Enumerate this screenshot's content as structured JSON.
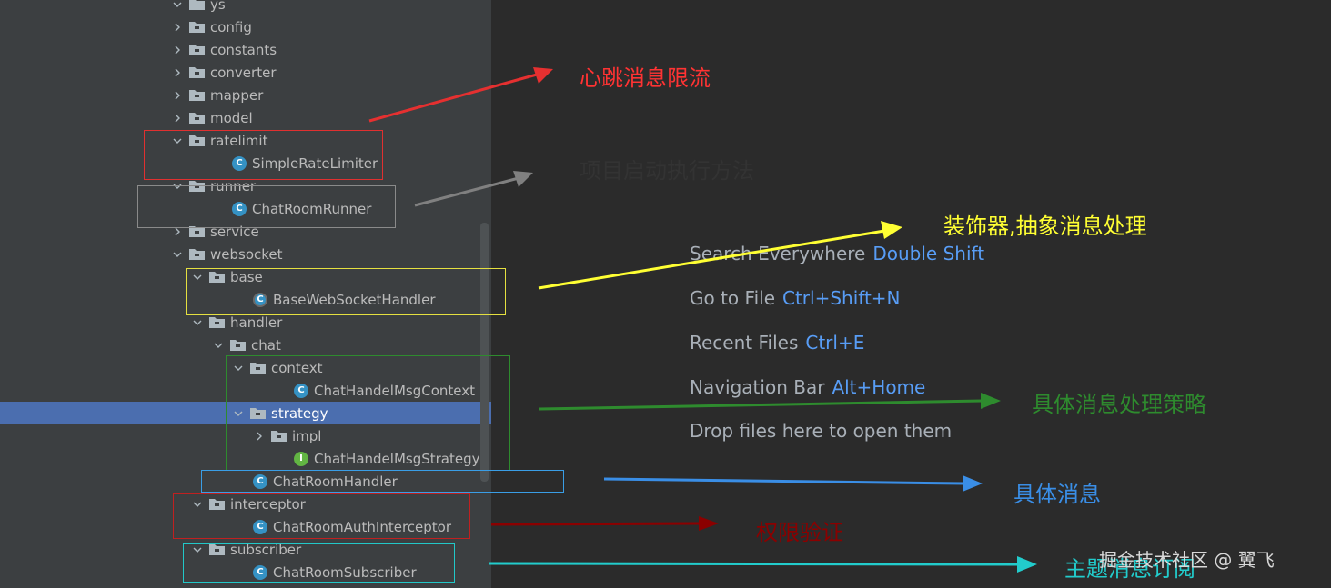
{
  "tree": {
    "root_label": "ys",
    "items": [
      {
        "label": "config",
        "type": "folder",
        "expanded": false
      },
      {
        "label": "constants",
        "type": "folder",
        "expanded": false
      },
      {
        "label": "converter",
        "type": "folder",
        "expanded": false
      },
      {
        "label": "mapper",
        "type": "folder",
        "expanded": false
      },
      {
        "label": "model",
        "type": "folder",
        "expanded": false
      },
      {
        "label": "ratelimit",
        "type": "folder",
        "expanded": true
      },
      {
        "label": "SimpleRateLimiter",
        "type": "class"
      },
      {
        "label": "runner",
        "type": "folder",
        "expanded": true
      },
      {
        "label": "ChatRoomRunner",
        "type": "class"
      },
      {
        "label": "service",
        "type": "folder",
        "expanded": false
      },
      {
        "label": "websocket",
        "type": "folder",
        "expanded": true
      },
      {
        "label": "base",
        "type": "folder",
        "expanded": true
      },
      {
        "label": "BaseWebSocketHandler",
        "type": "abstract-class"
      },
      {
        "label": "handler",
        "type": "folder",
        "expanded": true
      },
      {
        "label": "chat",
        "type": "folder",
        "expanded": true
      },
      {
        "label": "context",
        "type": "folder",
        "expanded": true
      },
      {
        "label": "ChatHandelMsgContext",
        "type": "class"
      },
      {
        "label": "strategy",
        "type": "folder",
        "expanded": true,
        "selected": true
      },
      {
        "label": "impl",
        "type": "folder",
        "expanded": false
      },
      {
        "label": "ChatHandelMsgStrategy",
        "type": "interface"
      },
      {
        "label": "ChatRoomHandler",
        "type": "class"
      },
      {
        "label": "interceptor",
        "type": "folder",
        "expanded": true
      },
      {
        "label": "ChatRoomAuthInterceptor",
        "type": "class"
      },
      {
        "label": "subscriber",
        "type": "folder",
        "expanded": true
      },
      {
        "label": "ChatRoomSubscriber",
        "type": "class"
      }
    ]
  },
  "editor_hints": [
    {
      "text": "Search Everywhere",
      "shortcut": "Double Shift"
    },
    {
      "text": "Go to File",
      "shortcut": "Ctrl+Shift+N"
    },
    {
      "text": "Recent Files",
      "shortcut": "Ctrl+E"
    },
    {
      "text": "Navigation Bar",
      "shortcut": "Alt+Home"
    },
    {
      "text": "Drop files here to open them",
      "shortcut": ""
    }
  ],
  "annotations": [
    {
      "text": "心跳消息限流",
      "color": "#ff3333"
    },
    {
      "text": "项目启动执行方法",
      "color": "#333333"
    },
    {
      "text": "装饰器,抽象消息处理",
      "color": "#ffff33"
    },
    {
      "text": "具体消息处理策略",
      "color": "#2e8b2e"
    },
    {
      "text": "具体消息",
      "color": "#3a8ee6"
    },
    {
      "text": "权限验证",
      "color": "#8b0000"
    },
    {
      "text": "主题消息订阅",
      "color": "#22cccc"
    }
  ],
  "watermark": "掘金技术社区 @ 翼飞",
  "colors": {
    "tree_bg": "#3c3f41",
    "editor_bg": "#2b2b2b",
    "selection": "#4b6eaf",
    "class_icon": "#3592c4",
    "interface_icon": "#62b543",
    "folder_icon": "#aeb9c0"
  }
}
